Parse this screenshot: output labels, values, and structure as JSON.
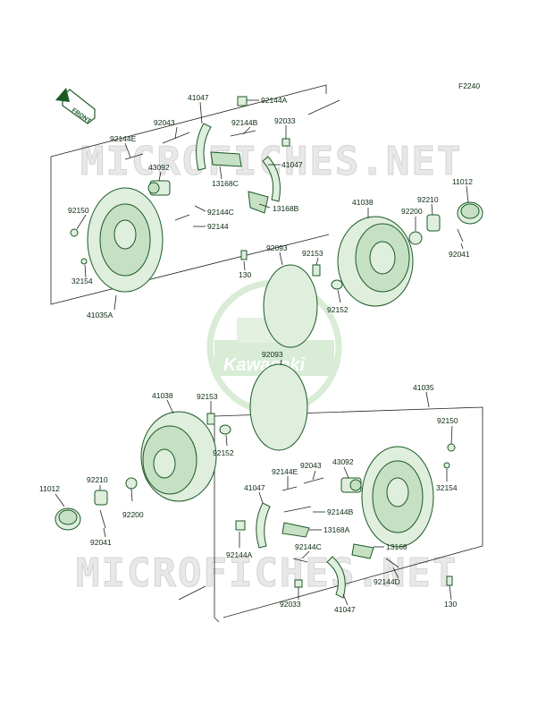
{
  "figure_code": "F2240",
  "front_arrow": "FRONT",
  "watermark": {
    "text": "MICROFICHES.NET",
    "logo_text": "Kawasaki"
  },
  "labels": {
    "l41047_top": "41047",
    "l92144A_top": "92144A",
    "l92043_top": "92043",
    "l92144B_top": "92144B",
    "l92033_top": "92033",
    "l92144E_top": "92144E",
    "l43092_top": "43092",
    "l41047_r": "41047",
    "l13168C_top": "13168C",
    "l92150_top": "92150",
    "l92144C_top": "92144C",
    "l13168B_top": "13168B",
    "l92144_top": "92144",
    "l32154_top": "32154",
    "l41035A": "41035A",
    "l130_top": "130",
    "l41038_top": "41038",
    "l92210_top": "92210",
    "l11012_top": "11012",
    "l92200_top": "92200",
    "l92093_top": "92093",
    "l92153_top": "92153",
    "l92152_top": "92152",
    "l92041_top": "92041",
    "l92093_mid": "92093",
    "l41038_bot": "41038",
    "l92153_bot": "92153",
    "l92152_bot": "92152",
    "l41035": "41035",
    "l92150_bot": "92150",
    "l92043_bot": "92043",
    "l43092_bot": "43092",
    "l92144E_bot": "92144E",
    "l41047_bl": "41047",
    "l32154_bot": "32154",
    "l92210_bot": "92210",
    "l11012_bot": "11012",
    "l92200_bot": "92200",
    "l92041_bot": "92041",
    "l92144B_bot": "92144B",
    "l13168A_bot": "13168A",
    "l92144A_bot": "92144A",
    "l92144C_bot": "92144C",
    "l13168_bot": "13168",
    "l92144D_bot": "92144D",
    "l92033_bot": "92033",
    "l41047_bot": "41047",
    "l130_bot": "130"
  }
}
